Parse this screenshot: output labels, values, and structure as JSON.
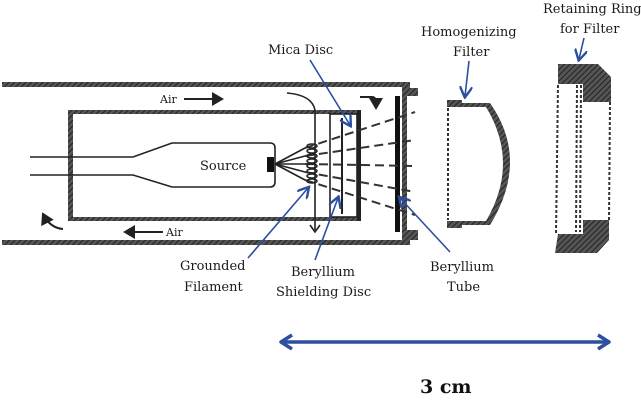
{
  "figure": {
    "labels": {
      "mica_disc": "Mica Disc",
      "homogenizing_filter_line1": "Homogenizing",
      "homogenizing_filter_line2": "Filter",
      "retaining_ring_line1": "Retaining Ring",
      "retaining_ring_line2": "for Filter",
      "source": "Source",
      "air_top": "Air",
      "air_bottom": "Air",
      "grounded_filament_line1": "Grounded",
      "grounded_filament_line2": "Filament",
      "beryllium_shielding_line1": "Beryllium",
      "beryllium_shielding_line2": "Shielding Disc",
      "beryllium_tube_line1": "Beryllium",
      "beryllium_tube_line2": "Tube"
    },
    "scale_bar": {
      "label": "3 cm"
    },
    "colors": {
      "callout": "#2b4fa0",
      "scale_bar": "#2d4f9e",
      "drawing": "#222222"
    }
  }
}
